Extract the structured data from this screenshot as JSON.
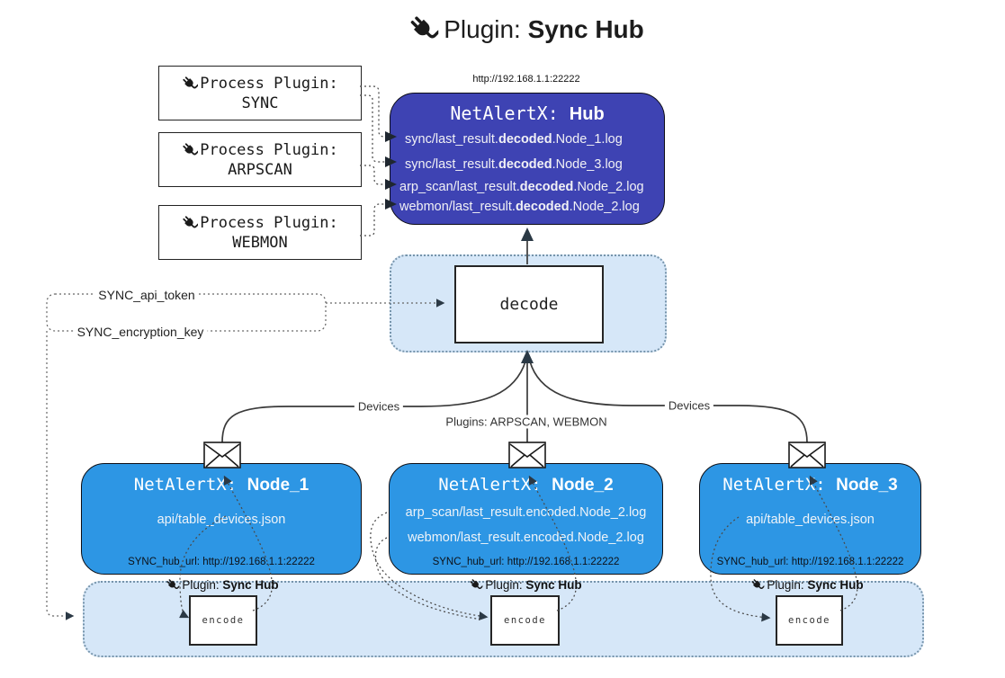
{
  "title": {
    "prefix": "Plugin: ",
    "name": "Sync Hub"
  },
  "hub": {
    "url": "http://192.168.1.1:22222",
    "title_prefix": "NetAlertX: ",
    "title_name": "Hub",
    "rows": [
      {
        "pre": "sync/last_result.",
        "bold": "decoded",
        "post": ".Node_1.log"
      },
      {
        "pre": "sync/last_result.",
        "bold": "decoded",
        "post": ".Node_3.log"
      },
      {
        "pre": "arp_scan/last_result.",
        "bold": "decoded",
        "post": ".Node_2.log"
      },
      {
        "pre": "webmon/last_result.",
        "bold": "decoded",
        "post": ".Node_2.log"
      }
    ]
  },
  "process_plugins": [
    {
      "label": "Process Plugin:",
      "name": "SYNC"
    },
    {
      "label": "Process Plugin:",
      "name": "ARPSCAN"
    },
    {
      "label": "Process Plugin:",
      "name": "WEBMON"
    }
  ],
  "config": {
    "api_token": "SYNC_api_token",
    "encryption_key": "SYNC_encryption_key"
  },
  "decode_label": "decode",
  "edge_labels": {
    "devices_left": "Devices",
    "devices_right": "Devices",
    "plugins": "Plugins: ARPSCAN, WEBMON"
  },
  "nodes": [
    {
      "title_prefix": "NetAlertX: ",
      "title_name": "Node_1",
      "rows": [
        "api/table_devices.json"
      ],
      "hub_url": "SYNC_hub_url: http://192.168.1.1:22222"
    },
    {
      "title_prefix": "NetAlertX: ",
      "title_name": "Node_2",
      "rows": [
        "arp_scan/last_result.encoded.Node_2.log",
        "webmon/last_result.encoded.Node_2.log"
      ],
      "hub_url": "SYNC_hub_url: http://192.168.1.1:22222"
    },
    {
      "title_prefix": "NetAlertX: ",
      "title_name": "Node_3",
      "rows": [
        "api/table_devices.json"
      ],
      "hub_url": "SYNC_hub_url: http://192.168.1.1:22222"
    }
  ],
  "band": {
    "plugin_prefix": "Plugin: ",
    "plugin_name": "Sync Hub",
    "encode_label": "encode"
  },
  "colors": {
    "hub_fill": "#3E43B3",
    "node_fill": "#2D96E4",
    "panel_fill": "#D6E7F8",
    "arrow_dark": "#2B3945",
    "line": "#3A3A3A"
  }
}
